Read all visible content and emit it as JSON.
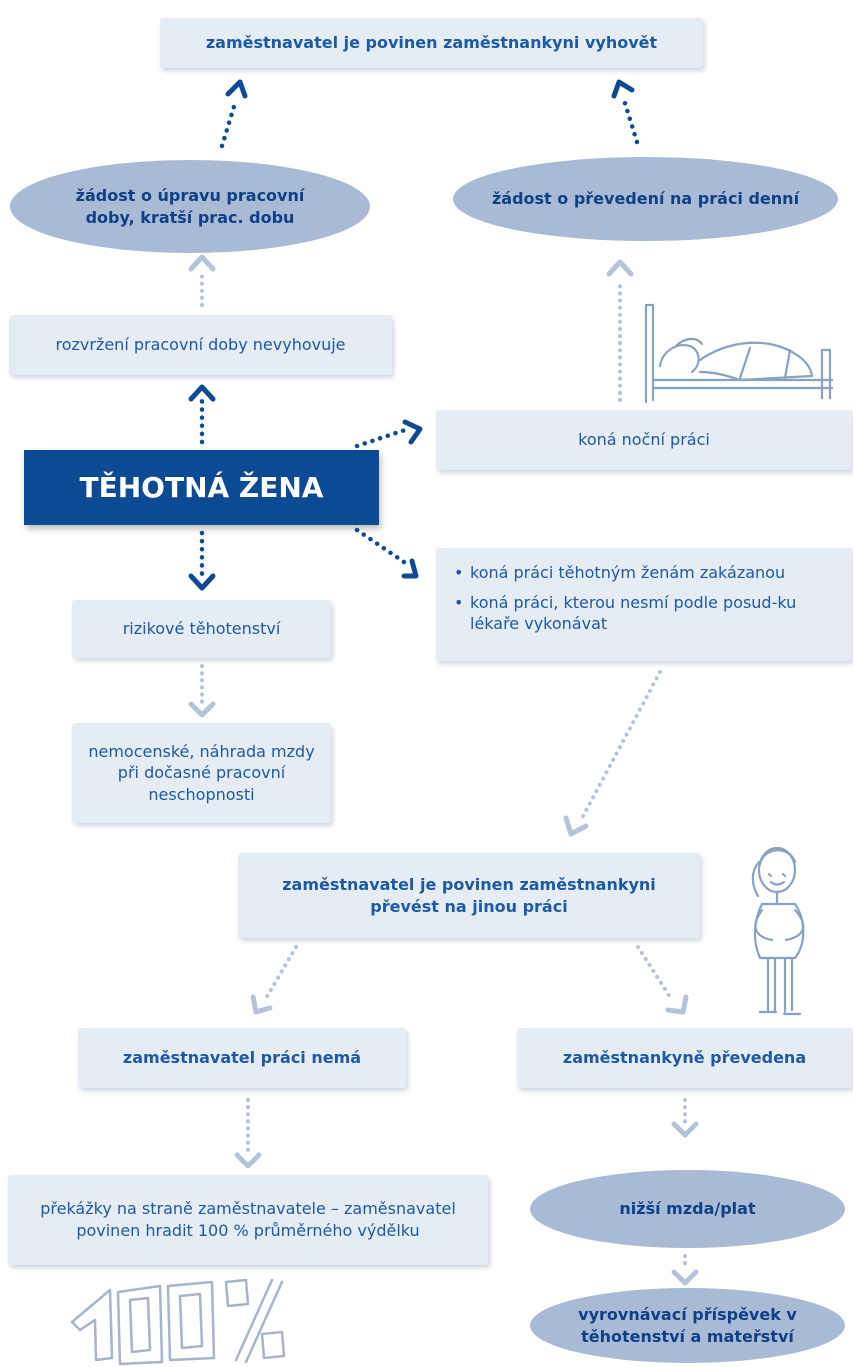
{
  "nodes": {
    "top_box": "zaměstnavatel je povinen zaměstnankyni vyhovět",
    "ellipse_left": "žádost o úpravu pracovní doby, kratší prac. dobu",
    "ellipse_right": "žádost o převedení na práci denní",
    "rozvrzeni": "rozvržení pracovní doby nevyhovuje",
    "nocni": "koná noční práci",
    "center": "TĚHOTNÁ ŽENA",
    "zakazana_1": "koná práci těhotným ženám zakázanou",
    "zakazana_2": "koná práci, kterou nesmí podle posud-ku lékaře vykonávat",
    "rizikove": "rizikové těhotenství",
    "nemocenske": "nemocenské, náhrada mzdy při dočasné pracovní neschopnosti",
    "prevest": "zaměstnavatel je povinen zaměstnankyni převést na jinou práci",
    "prace_nema": "zaměstnavatel práci nemá",
    "prevedena": "zaměstnankyně převedena",
    "prekazky": "překážky na straně zaměstnavatele – zaměsnavatel povinen hradit 100 % průměrného výdělku",
    "nizsi_mzda": "nižší mzda/plat",
    "vyrovnavaci": "vyrovnávací příspěvek v těhotenství a mateřství"
  },
  "illustrations": {
    "hundred_percent": "100%"
  },
  "colors": {
    "dark_blue": "#0d4a94",
    "box_fill": "#e6ecf3",
    "ellipse_fill": "#a9bbd4",
    "text_blue": "#1c5aa6",
    "light_arrow": "#b4c3d8"
  }
}
